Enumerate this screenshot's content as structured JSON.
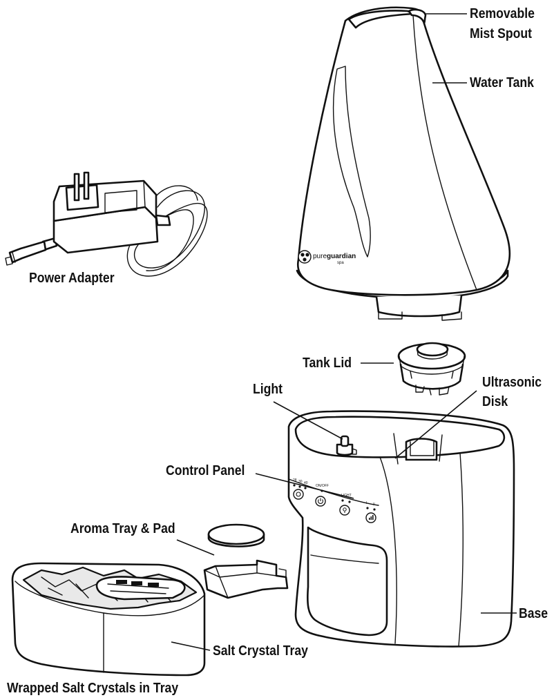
{
  "labels": {
    "removable_mist_spout_1": "Removable",
    "removable_mist_spout_2": "Mist Spout",
    "water_tank": "Water Tank",
    "power_adapter": "Power Adapter",
    "tank_lid": "Tank Lid",
    "light": "Light",
    "ultrasonic_disk_1": "Ultrasonic",
    "ultrasonic_disk_2": "Disk",
    "control_panel": "Control Panel",
    "aroma_tray_pad": "Aroma Tray & Pad",
    "base": "Base",
    "salt_crystal_tray": "Salt Crystal Tray",
    "wrapped_salt_crystals": "Wrapped Salt Crystals in Tray"
  },
  "brand": {
    "logo_pure": "pure",
    "logo_guardian": "guardian",
    "logo_spa": "spa"
  },
  "panel": {
    "mist_levels": [
      "28",
      "30",
      "40"
    ],
    "onoff": "ON/OFF",
    "light": "LIGHT",
    "light_levels": [
      "I",
      "II"
    ]
  }
}
